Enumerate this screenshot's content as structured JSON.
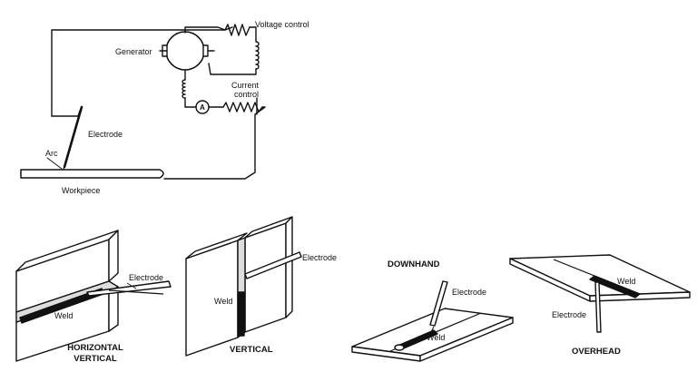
{
  "circuit": {
    "voltage_control": "Voltage control",
    "generator": "Generator",
    "current_control_line1": "Current",
    "current_control_line2": "control",
    "ammeter": "A",
    "electrode": "Electrode",
    "arc": "Arc",
    "workpiece": "Workpiece"
  },
  "positions": {
    "horizontal_vertical": {
      "electrode": "Electrode",
      "weld": "Weld",
      "caption_line1": "HORIZONTAL",
      "caption_line2": "VERTICAL"
    },
    "vertical": {
      "electrode": "Electrode",
      "weld": "Weld",
      "caption": "VERTICAL"
    },
    "downhand": {
      "title": "DOWNHAND",
      "electrode": "Electrode",
      "weld": "Weld"
    },
    "overhead": {
      "weld": "Weld",
      "electrode": "Electrode",
      "caption": "OVERHEAD"
    }
  }
}
